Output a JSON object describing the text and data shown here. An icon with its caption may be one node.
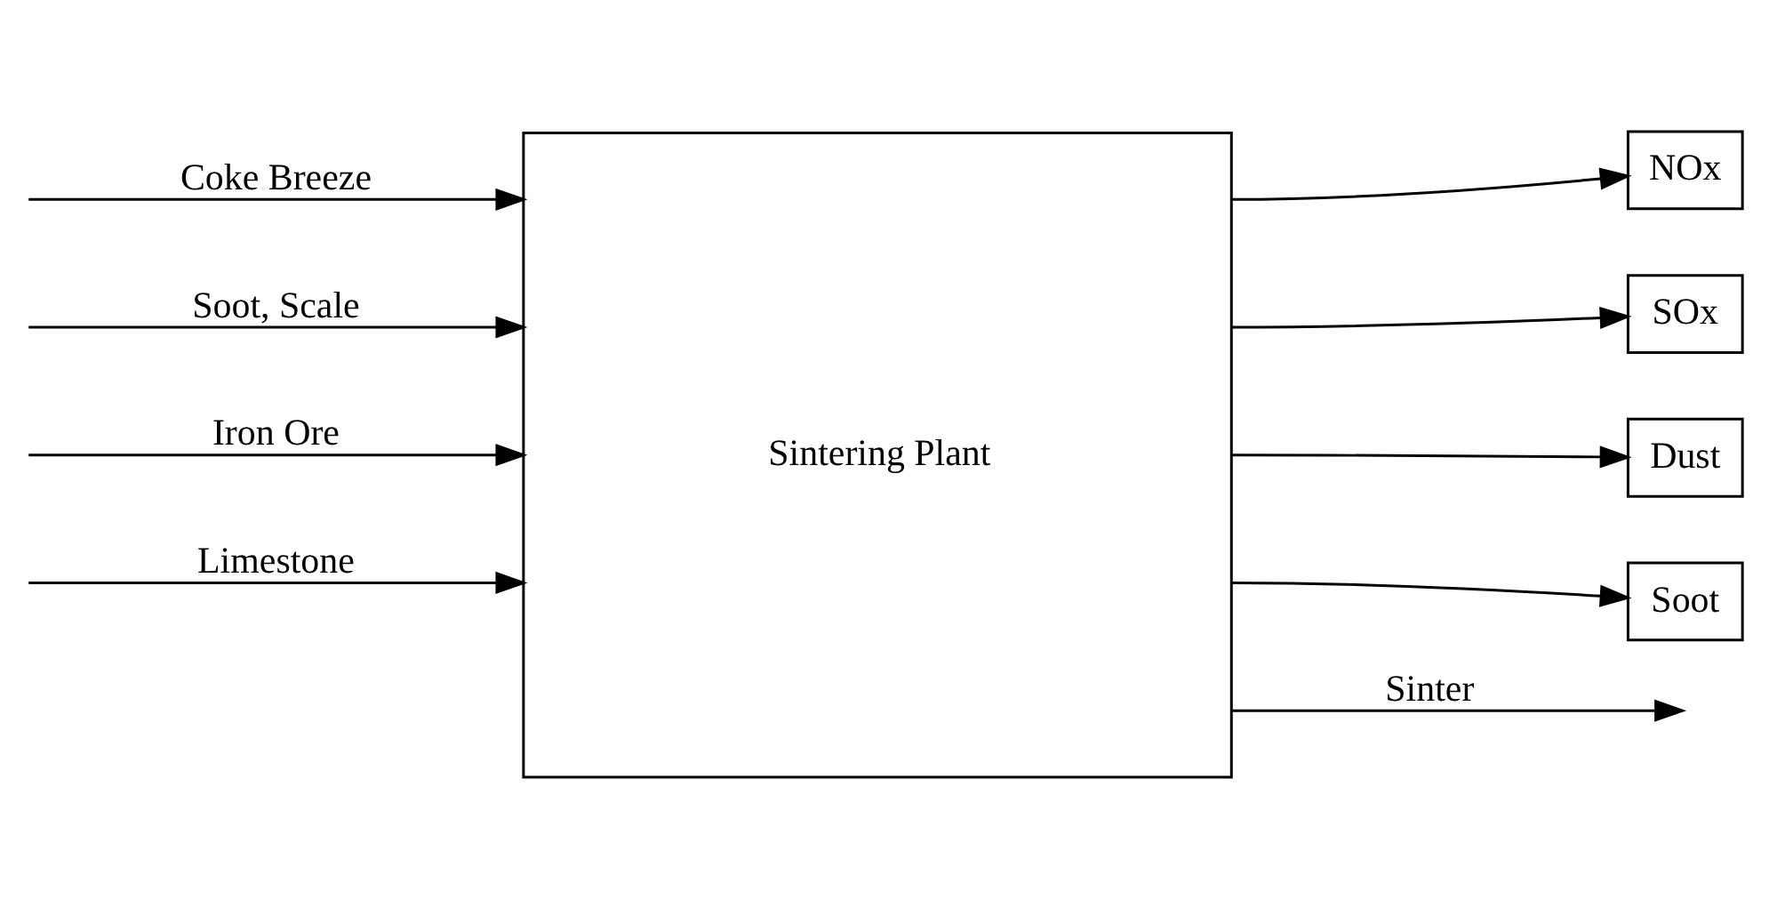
{
  "diagram": {
    "nodes": [
      {
        "text": [
          "Sintering Plant"
        ]
      },
      {
        "text": [
          "NOx"
        ]
      },
      {
        "text": [
          "SOx"
        ]
      },
      {
        "text": [
          "Dust"
        ]
      },
      {
        "text": [
          "Soot"
        ]
      }
    ],
    "edges": [
      {
        "from": null,
        "to": 0,
        "arrow": "to",
        "label": "Coke Breeze"
      },
      {
        "from": null,
        "to": 0,
        "arrow": "to",
        "label": "Soot, Scale"
      },
      {
        "from": null,
        "to": 0,
        "arrow": "to",
        "label": "Iron Ore"
      },
      {
        "from": null,
        "to": 0,
        "arrow": "to",
        "label": "Limestone"
      },
      {
        "from": 0,
        "to": 1,
        "arrow": "to"
      },
      {
        "from": 0,
        "to": 2,
        "arrow": "to"
      },
      {
        "from": 0,
        "to": 3,
        "arrow": "to"
      },
      {
        "from": 0,
        "to": 4,
        "arrow": "to"
      },
      {
        "from": 0,
        "to": null,
        "arrow": "to",
        "label": "Sinter"
      }
    ]
  }
}
